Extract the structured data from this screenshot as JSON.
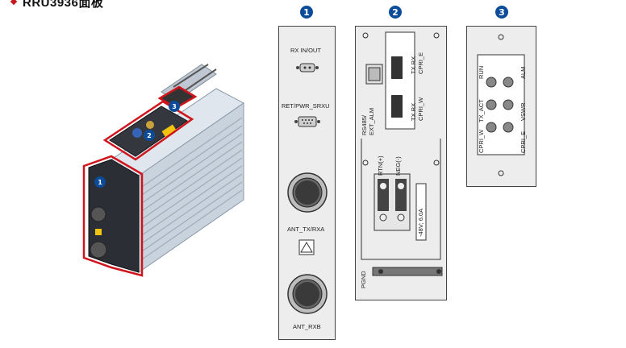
{
  "title": {
    "text": "RRU3936面板"
  },
  "badges": [
    "1",
    "2",
    "3"
  ],
  "panel1": {
    "rx_inout": "RX IN/OUT",
    "ret_pwr": "RET/PWR_SRXU",
    "ant_txrxa": "ANT_TX/RXA",
    "ant_rxb": "ANT_RXB"
  },
  "panel2": {
    "tx_rx_cpri_e": "TX RX\nCPRI_E",
    "tx_rx_cpri_w": "TX RX\nCPRI_W",
    "rs485": "RS485/\nEXT_ALM",
    "rtn": "RTN(+)",
    "neg": "NEG(-)",
    "rating": "-48V; 6.0A",
    "pgnd": "PGND"
  },
  "panel3": {
    "leds": [
      "RUN",
      "ALM",
      "TX_ACT",
      "VSWR",
      "CPRI_W",
      "CPRI_E"
    ]
  },
  "colors": {
    "badge": "#0b4c9a",
    "bullet": "#c8161d",
    "highlight": "#d0141c"
  }
}
